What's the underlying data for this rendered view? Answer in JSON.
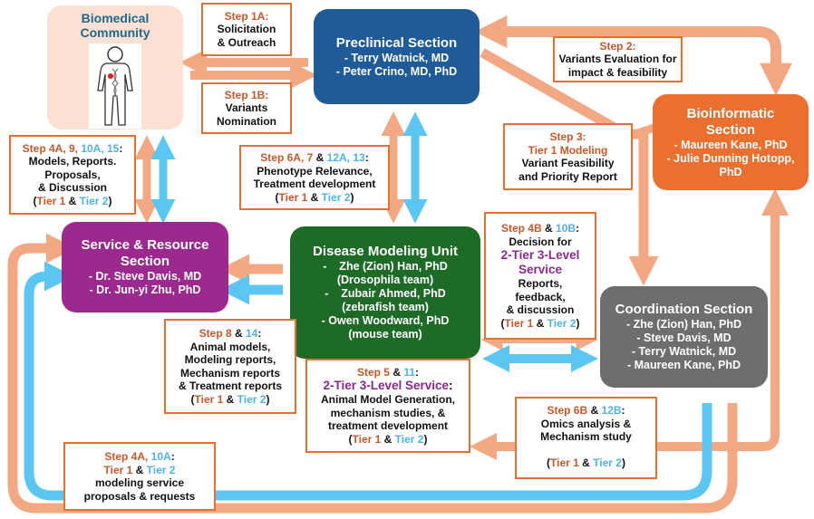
{
  "colors": {
    "salmon_arrow": "#f2a883",
    "blue_arrow": "#5bc6f2",
    "box_border": "#e8702f",
    "tier1": "#c8582a",
    "tier2": "#4db3e8",
    "service_purple": "#8b2a8e",
    "biomedical_bg": "#fbe1d3",
    "preclinical_bg": "#1f5b99",
    "bioinformatic_bg": "#eb7030",
    "service_bg": "#9c2a8e",
    "dmu_bg": "#1e6b28",
    "coordination_bg": "#6e6e6e"
  },
  "nodes": {
    "biomedical": {
      "title": "Biomedical Community",
      "icon": "person-dna-icon"
    },
    "preclinical": {
      "title": "Preclinical Section",
      "members": [
        "- Terry Watnick, MD",
        "- Peter Crino, MD, PhD"
      ]
    },
    "bioinformatic": {
      "title_1": "Bioinformatic",
      "title_2": "Section",
      "members": [
        "- Maureen Kane, PhD",
        "- Julie Dunning Hotopp,",
        "PhD"
      ]
    },
    "service": {
      "title_1": "Service & Resource",
      "title_2": "Section",
      "members": [
        "- Dr. Steve Davis, MD",
        "- Dr. Jun-yi Zhu, PhD"
      ]
    },
    "dmu": {
      "title": "Disease Modeling Unit",
      "members": [
        "-    Zhe (Zion) Han, PhD",
        "(Drosophila team)",
        "-    Zubair Ahmed, PhD",
        "(zebrafish team)",
        "- Owen Woodward, PhD",
        "(mouse team)"
      ]
    },
    "coordination": {
      "title": "Coordination Section",
      "members": [
        "- Zhe (Zion) Han, PhD",
        "- Steve Davis, MD",
        "- Terry Watnick, MD",
        "- Maureen Kane, PhD"
      ]
    }
  },
  "steps": {
    "s1a": {
      "step": "Step 1A:",
      "lines": [
        "Solicitation",
        "& Outreach"
      ]
    },
    "s1b": {
      "step": "Step 1B:",
      "lines": [
        "Variants",
        "Nomination"
      ]
    },
    "s2": {
      "step": "Step 2:",
      "lines": [
        "Variants Evaluation for",
        "impact & feasibility"
      ]
    },
    "s3": {
      "step": "Step 3:",
      "sub": "Tier 1 Modeling",
      "lines": [
        "Variant Feasibility",
        "and Priority Report"
      ]
    },
    "s4a_top": {
      "step_t1": "Step 4A, 9, ",
      "step_t2": "10A, 15",
      "colon": ":",
      "lines": [
        "Models, Reports.",
        "Proposals,",
        "& Discussion"
      ]
    },
    "s6a": {
      "step_t1": "Step 6A, 7",
      "amp": " & ",
      "step_t2": "12A, 13",
      "colon": ":",
      "lines": [
        "Phenotype Relevance,",
        "Treatment development"
      ]
    },
    "s4b": {
      "step_t1": "Step 4B",
      "amp": " & ",
      "step_t2": "10B",
      "colon": ":",
      "lines_a": [
        "Decision for"
      ],
      "service": [
        "2-Tier 3-Level",
        "Service"
      ],
      "lines_b": [
        "Reports,",
        "feedback,",
        "& discussion"
      ]
    },
    "s8": {
      "step_t1": "Step 8",
      "amp": " & ",
      "step_t2": "14",
      "colon": ":",
      "lines": [
        "Animal models,",
        "Modeling reports,",
        "Mechanism reports",
        "& Treatment reports"
      ]
    },
    "s5": {
      "step_t1": "Step 5",
      "amp": " & ",
      "step_t2": "11",
      "colon": ":",
      "service": "2-Tier 3-Level Service",
      "service_colon": ":",
      "lines": [
        "Animal Model Generation,",
        "mechanism studies, &",
        "treatment development"
      ]
    },
    "s6b": {
      "step_t1": "Step 6B",
      "amp": " & ",
      "step_t2": "12B",
      "colon": ":",
      "lines": [
        "Omics analysis &",
        "Mechanism study"
      ]
    },
    "s4a_bottom": {
      "step_t1": "Step 4A, ",
      "step_t2": "10A",
      "colon": ":",
      "lines": [
        "modeling service",
        "proposals & requests"
      ]
    }
  },
  "tier": {
    "open": "(",
    "t1": "Tier 1",
    "amp": " & ",
    "t2": "Tier 2",
    "close": ")"
  }
}
